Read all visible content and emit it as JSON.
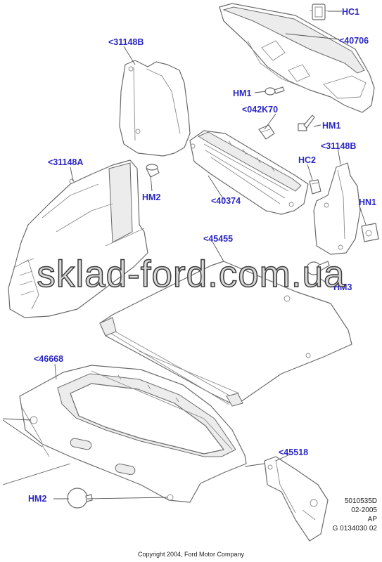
{
  "callouts": {
    "hc1": "HC1",
    "p40706": "<40706",
    "p31148b_top": "<31148B",
    "hm1_left": "HM1",
    "p042k70": "<042K70",
    "hm1_right": "HM1",
    "p31148a": "<31148A",
    "hc2": "HC2",
    "p31148b_right": "<31148B",
    "hm2_mid": "HM2",
    "p40374": "<40374",
    "hn1": "HN1",
    "p45455": "<45455",
    "hm3": "HM3",
    "p46668": "<46668",
    "p45518": "<45518",
    "hm2_bottom": "HM2"
  },
  "watermark": "sklad-ford.com.ua",
  "reference": {
    "line1": "5010535D",
    "line2": "02-2005",
    "line3": "AP",
    "line4": "G 0134030 02"
  },
  "copyright": "Copyright 2004, Ford Motor Company"
}
